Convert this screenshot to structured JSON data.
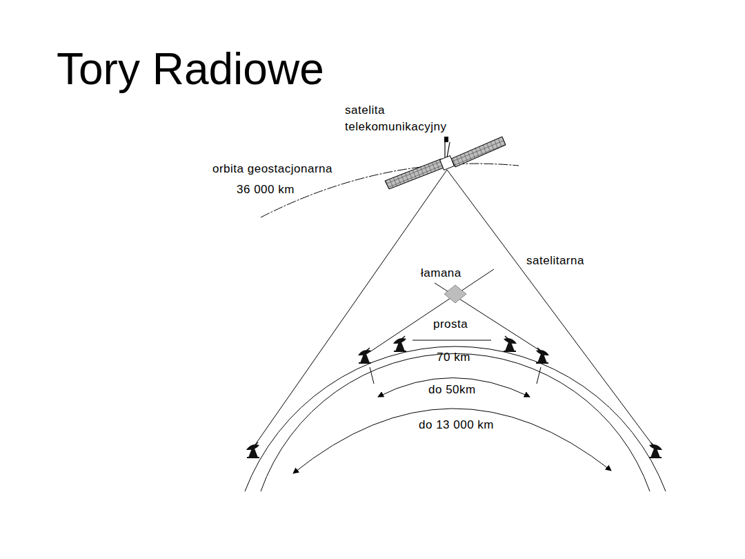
{
  "diagram": {
    "title": "Tory Radiowe",
    "labels": [
      "satelita telekomunikacyjny",
      "orbita geostacjonarna",
      "36 000 km",
      "satelitarna",
      "łamana",
      "prosta",
      "70 km",
      "do 50km",
      "do 13 000 km"
    ]
  }
}
